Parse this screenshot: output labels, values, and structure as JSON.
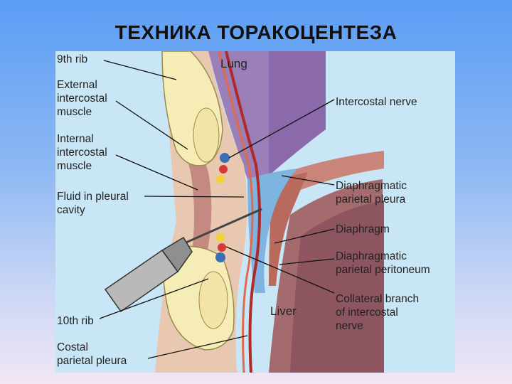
{
  "slide": {
    "title": "ТЕХНИКА ТОРАКОЦЕНТЕЗА"
  },
  "diagram": {
    "labels_left": [
      {
        "key": "rib9",
        "lines": [
          "9th rib"
        ]
      },
      {
        "key": "ext",
        "lines": [
          "External",
          "intercostal",
          "muscle"
        ]
      },
      {
        "key": "int",
        "lines": [
          "Internal",
          "intercostal",
          "muscle"
        ]
      },
      {
        "key": "fluid",
        "lines": [
          "Fluid in pleural",
          "cavity"
        ]
      },
      {
        "key": "rib10",
        "lines": [
          "10th rib"
        ]
      },
      {
        "key": "costal",
        "lines": [
          "Costal",
          "parietal pleura"
        ]
      }
    ],
    "labels_right": [
      {
        "key": "nerve",
        "lines": [
          "Intercostal nerve"
        ]
      },
      {
        "key": "dpp",
        "lines": [
          "Diaphragmatic",
          "parietal pleura"
        ]
      },
      {
        "key": "diaphragm",
        "lines": [
          "Diaphragm"
        ]
      },
      {
        "key": "dperit",
        "lines": [
          "Diaphragmatic",
          "parietal peritoneum"
        ]
      },
      {
        "key": "collateral",
        "lines": [
          "Collateral branch",
          "of intercostal",
          "nerve"
        ]
      }
    ],
    "labels_inner": [
      {
        "key": "lung",
        "lines": [
          "Lung"
        ]
      },
      {
        "key": "liver",
        "lines": [
          "Liver"
        ]
      }
    ]
  }
}
